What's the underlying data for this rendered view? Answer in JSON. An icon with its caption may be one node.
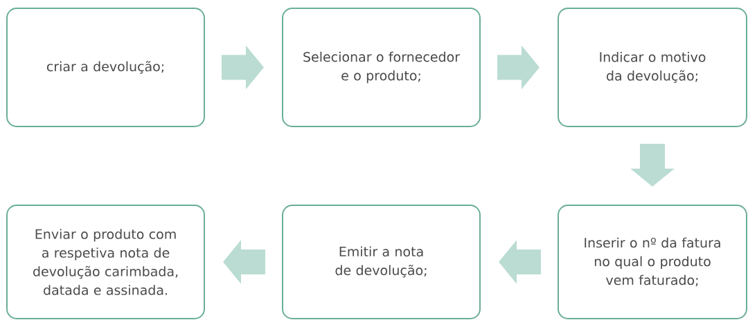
{
  "diagram": {
    "nodes": [
      {
        "text": [
          "criar a devolução;"
        ]
      },
      {
        "text": [
          "Selecionar o fornecedor e o produto;"
        ]
      },
      {
        "text": [
          "Indicar o motivo da devolução;"
        ]
      },
      {
        "text": [
          "Inserir o nº da fatura no qual o produto vem faturado;"
        ]
      },
      {
        "text": [
          "Emitir a nota de devolução;"
        ]
      },
      {
        "text": [
          "Enviar o produto com a respetiva nota de devolução carimbada, datada e assinada."
        ]
      }
    ],
    "edges": [
      {
        "from": 0,
        "to": 1,
        "arrow": "to"
      },
      {
        "from": 1,
        "to": 2,
        "arrow": "to"
      },
      {
        "from": 2,
        "to": 3,
        "arrow": "to"
      },
      {
        "from": 3,
        "to": 4,
        "arrow": "to"
      },
      {
        "from": 4,
        "to": 5,
        "arrow": "to"
      }
    ]
  }
}
